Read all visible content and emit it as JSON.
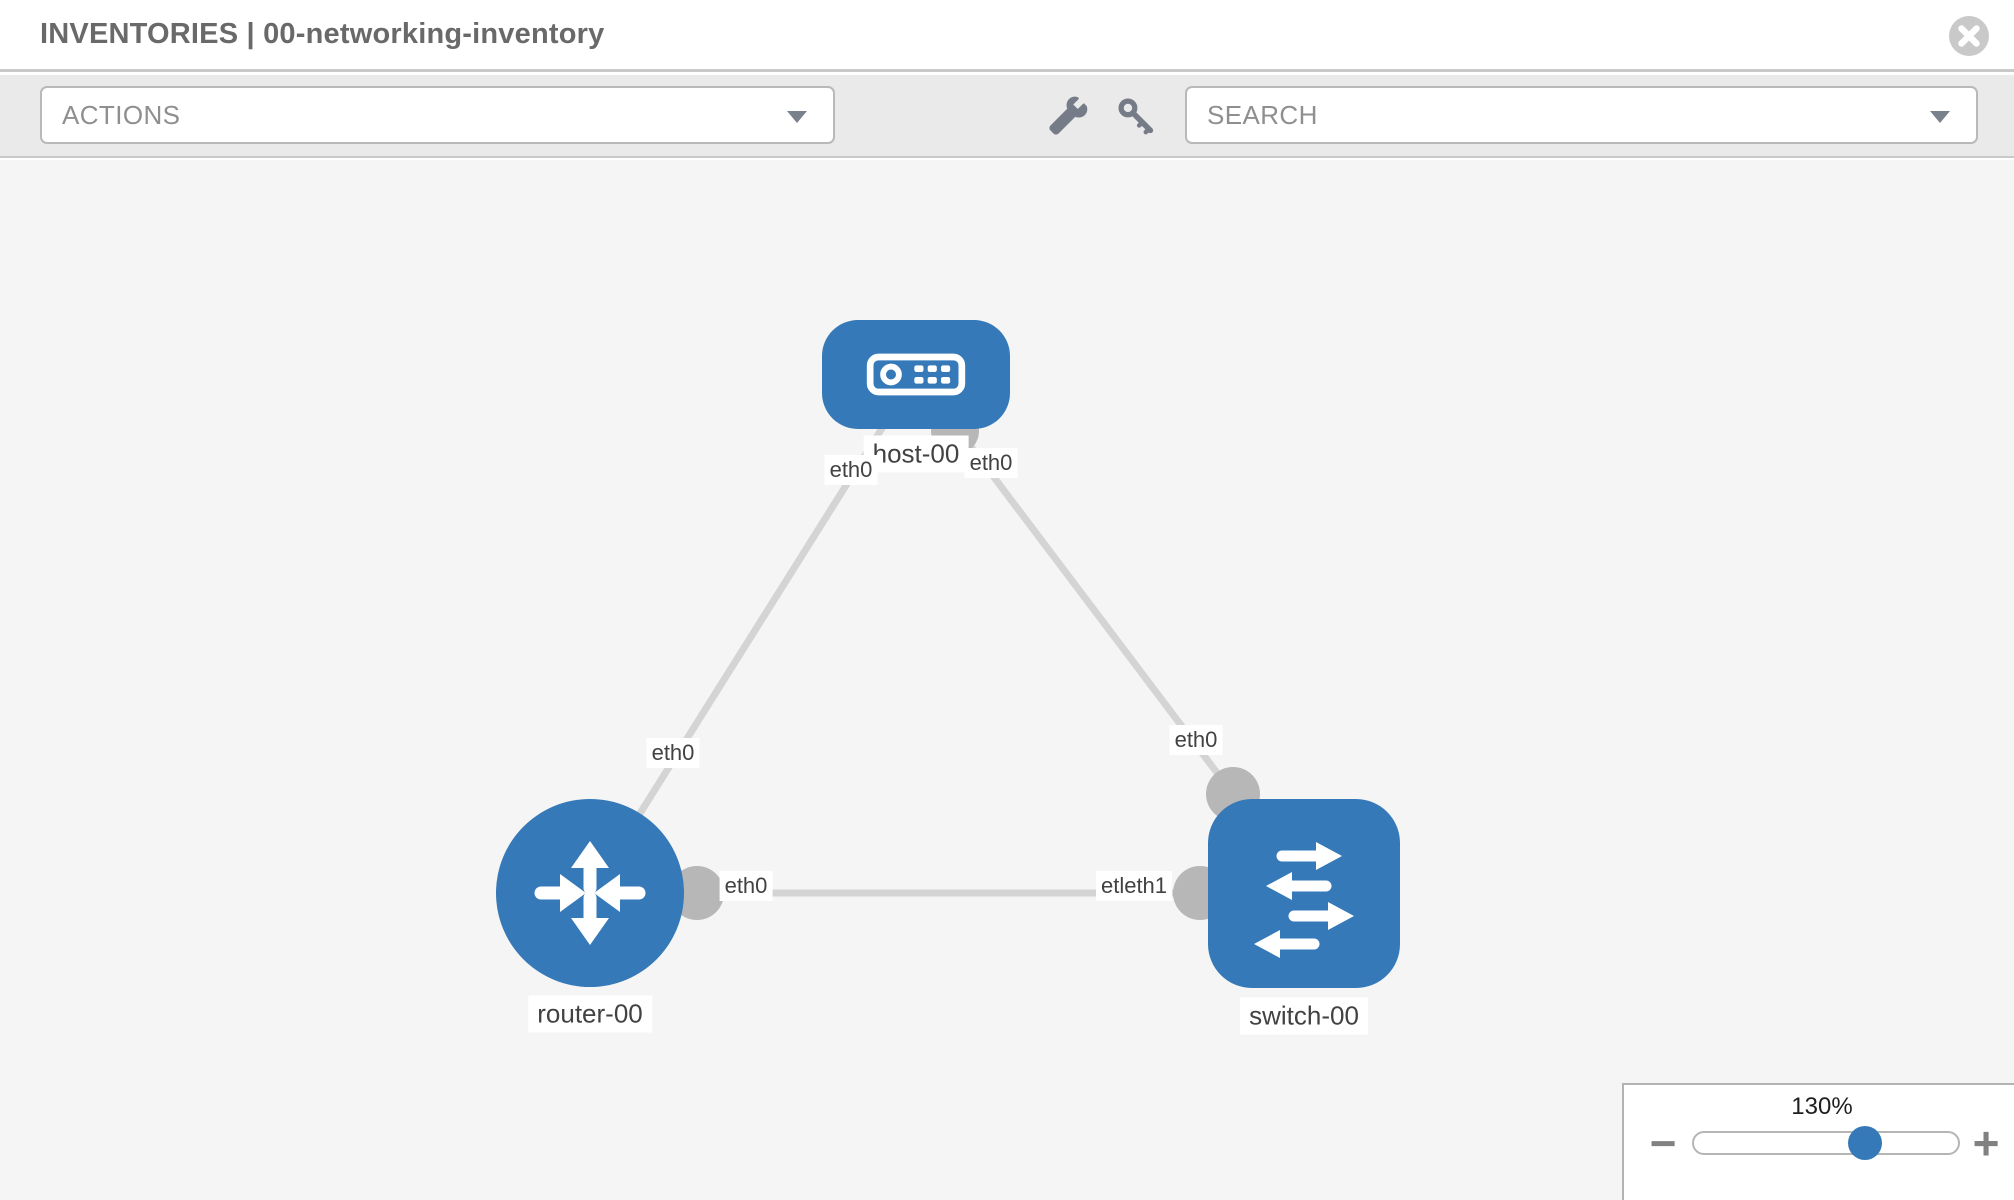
{
  "header": {
    "title": "INVENTORIES | 00-networking-inventory"
  },
  "toolbar": {
    "actions_label": "ACTIONS",
    "search_placeholder": "SEARCH"
  },
  "topology": {
    "nodes": [
      {
        "label": "host-00",
        "type": "host"
      },
      {
        "label": "router-00",
        "type": "router"
      },
      {
        "label": "switch-00",
        "type": "switch"
      }
    ],
    "links": [
      {
        "from": "host-00",
        "to": "router-00",
        "from_interface": "eth0",
        "to_interface": "eth0"
      },
      {
        "from": "host-00",
        "to": "switch-00",
        "from_interface": "eth0",
        "to_interface": "eth0"
      },
      {
        "from": "router-00",
        "to": "switch-00",
        "from_interface": "eth0",
        "to_interface": "etleth1"
      }
    ]
  },
  "zoom_control": {
    "level": "130%",
    "minus_label": "−",
    "plus_label": "+"
  },
  "colors": {
    "node_blue": "#3579b8",
    "link_gray": "#d4d4d4",
    "interface_gray": "#b7b7b7",
    "canvas_bg": "#f5f5f5"
  }
}
